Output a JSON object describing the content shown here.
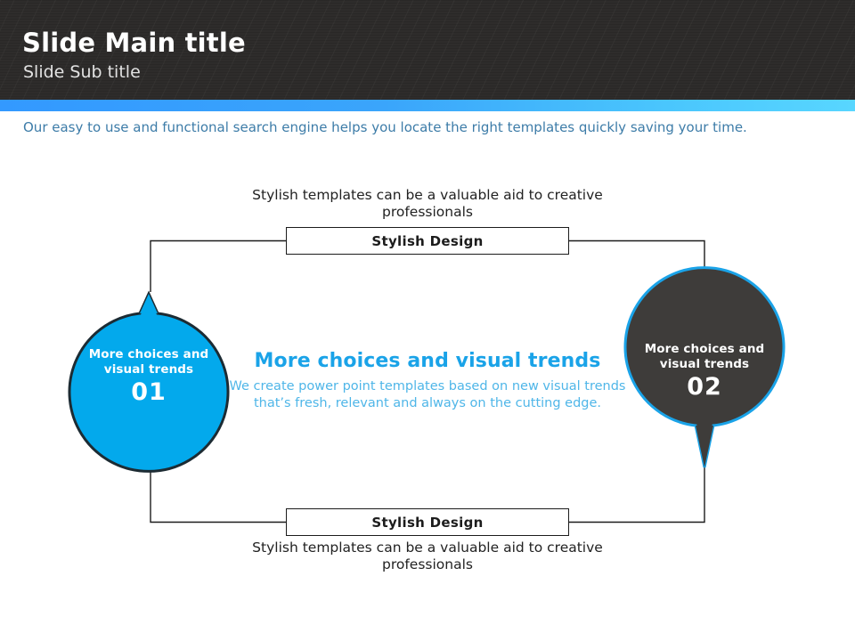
{
  "header": {
    "title": "Slide Main title",
    "subtitle": "Slide Sub title",
    "accent_color_left": "#3399ff",
    "accent_color_right": "#58d6ff",
    "background_color": "#2e2c2b"
  },
  "intro": {
    "text": "Our easy to use and functional search engine helps you locate the right templates quickly saving your time.",
    "color": "#3d7ca8"
  },
  "center": {
    "title": "More choices and visual trends",
    "body": "We create power point templates based on new visual trends that’s fresh, relevant and always on the cutting edge.",
    "title_color": "#1aa3e8",
    "body_color": "#4fb6e8"
  },
  "captions": {
    "top": "Stylish templates can be a valuable aid to creative professionals",
    "bottom": "Stylish templates can be a valuable aid to creative professionals"
  },
  "boxes": {
    "top_label": "Stylish Design",
    "bottom_label": "Stylish Design"
  },
  "bubbles": [
    {
      "id": "left",
      "line1": "More choices and",
      "line2": "visual trends",
      "number": "01",
      "fill_color": "#03a9ec",
      "stroke_color": "#1c2b33",
      "pointer": "top"
    },
    {
      "id": "right",
      "line1": "More choices and",
      "line2": "visual trends",
      "number": "02",
      "fill_color": "#3e3c3a",
      "stroke_color": "#1aa3e8",
      "pointer": "bottom"
    }
  ]
}
